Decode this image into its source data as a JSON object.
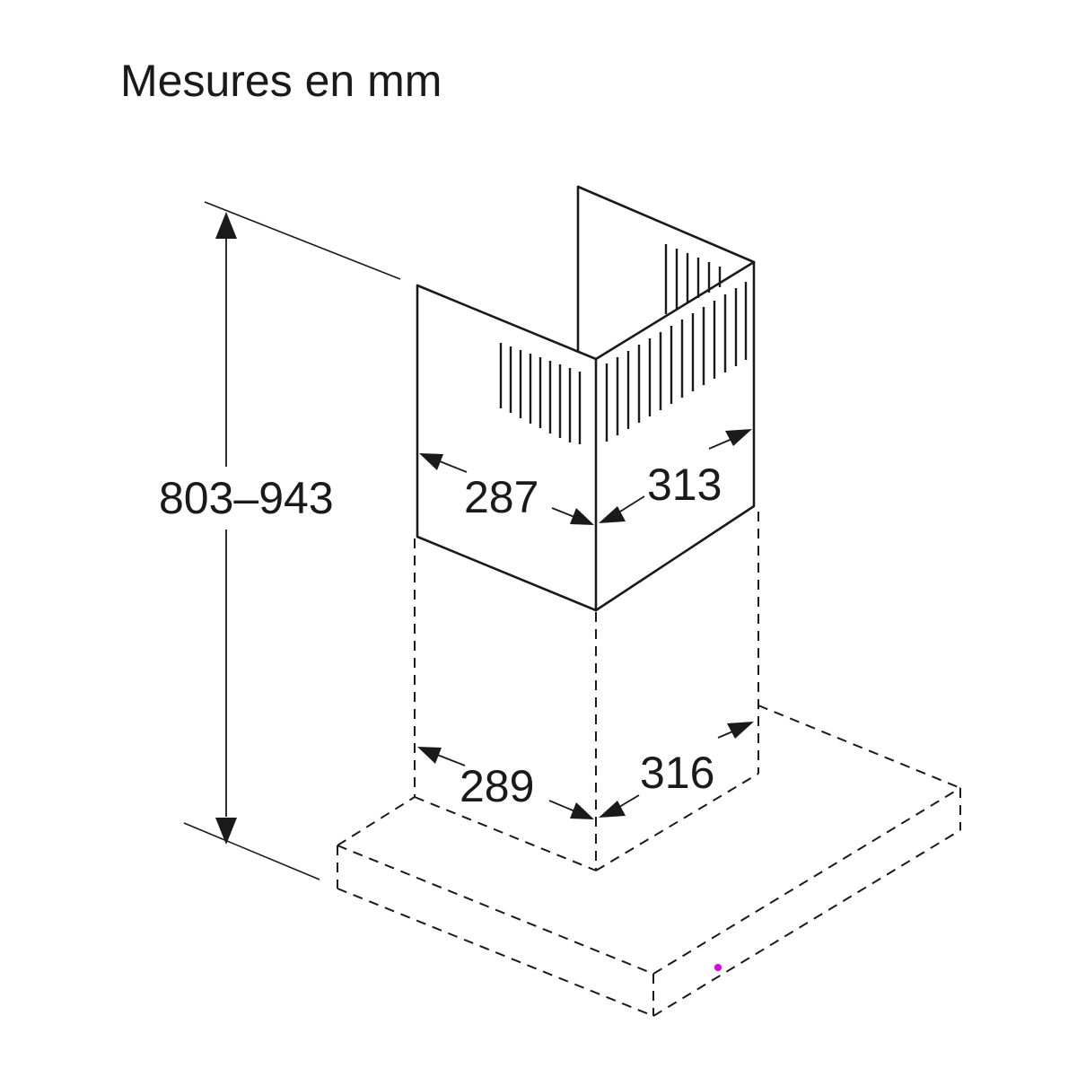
{
  "title": "Mesures en mm",
  "dimensions": {
    "total_height": "803–943",
    "upper_left_width": "287",
    "upper_right_depth": "313",
    "lower_left_width": "289",
    "lower_right_depth": "316"
  },
  "colors": {
    "line": "#1a1a1a",
    "background": "#ffffff",
    "marker": "#e000e0"
  }
}
